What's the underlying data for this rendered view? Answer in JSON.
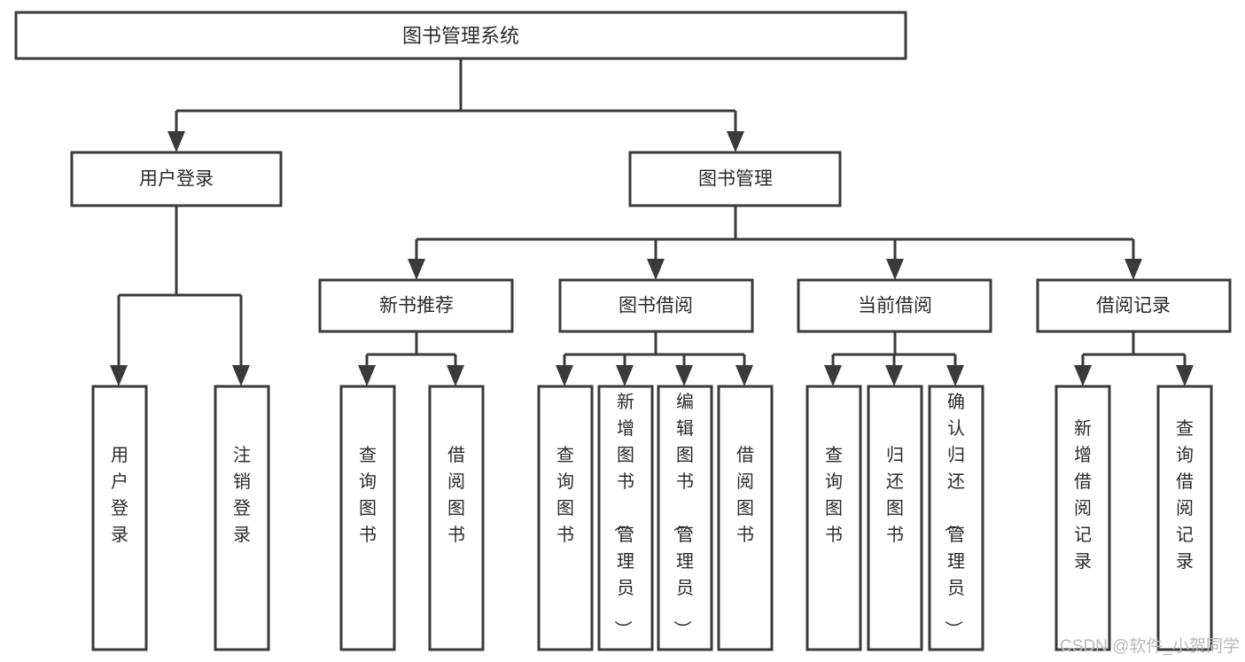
{
  "diagram": {
    "type": "tree",
    "title": "图书管理系统",
    "root": {
      "id": "root",
      "label": "图书管理系统",
      "orientation": "horizontal"
    },
    "level2": [
      {
        "id": "user-login",
        "label": "用户登录",
        "orientation": "horizontal"
      },
      {
        "id": "book-manage",
        "label": "图书管理",
        "orientation": "horizontal"
      }
    ],
    "level3": [
      {
        "id": "new-book-rec",
        "label": "新书推荐",
        "parent": "book-manage",
        "orientation": "horizontal"
      },
      {
        "id": "book-borrow",
        "label": "图书借阅",
        "parent": "book-manage",
        "orientation": "horizontal"
      },
      {
        "id": "current-borrow",
        "label": "当前借阅",
        "parent": "book-manage",
        "orientation": "horizontal"
      },
      {
        "id": "borrow-record",
        "label": "借阅记录",
        "parent": "book-manage",
        "orientation": "horizontal"
      }
    ],
    "leaves": [
      {
        "id": "leaf-user-login",
        "label": "用户登录",
        "parent": "user-login",
        "orientation": "vertical"
      },
      {
        "id": "leaf-user-logout",
        "label": "注销登录",
        "parent": "user-login",
        "orientation": "vertical"
      },
      {
        "id": "leaf-query-book-1",
        "label": "查询图书",
        "parent": "new-book-rec",
        "orientation": "vertical"
      },
      {
        "id": "leaf-borrow-book-1",
        "label": "借阅图书",
        "parent": "new-book-rec",
        "orientation": "vertical"
      },
      {
        "id": "leaf-query-book-2",
        "label": "查询图书",
        "parent": "book-borrow",
        "orientation": "vertical"
      },
      {
        "id": "leaf-add-book",
        "label": "新增图书（管理员）",
        "parent": "book-borrow",
        "orientation": "vertical"
      },
      {
        "id": "leaf-edit-book",
        "label": "编辑图书（管理员）",
        "parent": "book-borrow",
        "orientation": "vertical"
      },
      {
        "id": "leaf-borrow-book-2",
        "label": "借阅图书",
        "parent": "book-borrow",
        "orientation": "vertical"
      },
      {
        "id": "leaf-query-book-3",
        "label": "查询图书",
        "parent": "current-borrow",
        "orientation": "vertical"
      },
      {
        "id": "leaf-return-book",
        "label": "归还图书",
        "parent": "current-borrow",
        "orientation": "vertical"
      },
      {
        "id": "leaf-confirm-return",
        "label": "确认归还（管理员）",
        "parent": "current-borrow",
        "orientation": "vertical"
      },
      {
        "id": "leaf-add-record",
        "label": "新增借阅记录",
        "parent": "borrow-record",
        "orientation": "vertical"
      },
      {
        "id": "leaf-query-record",
        "label": "查询借阅记录",
        "parent": "borrow-record",
        "orientation": "vertical"
      }
    ],
    "colors": {
      "box_stroke": "#3a3a3a",
      "box_fill": "#ffffff",
      "text": "#2b2b2b",
      "background": "#ffffff",
      "watermark": "#b9b9b9"
    }
  },
  "watermark": {
    "text": "CSDN @软件_小贺同学"
  }
}
